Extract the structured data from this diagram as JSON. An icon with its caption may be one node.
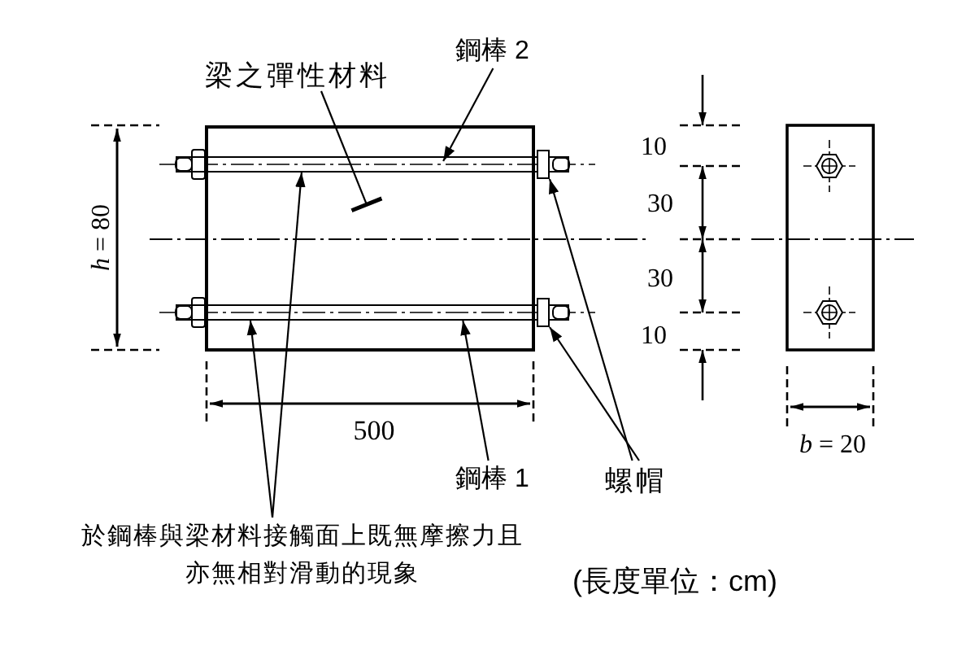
{
  "diagram": {
    "nodes": [
      {
        "text": [
          "梁之彈性材料"
        ]
      },
      {
        "text": [
          "鋼棒 2"
        ]
      },
      {
        "text": [
          "鋼棒 1"
        ]
      },
      {
        "text": [
          "螺帽"
        ]
      },
      {
        "text": [
          "於鋼棒與梁材料接觸面上既無摩擦力且亦無相對滑動的現象"
        ]
      },
      {
        "text": [],
        "shape": "box"
      },
      {
        "text": [],
        "shape": "bar"
      },
      {
        "text": [],
        "shape": "bar"
      },
      {
        "text": [],
        "shape": "box"
      },
      {
        "text": [],
        "shape": "box"
      }
    ],
    "edges": [
      {
        "from": 0,
        "to": 5,
        "arrow": "other"
      },
      {
        "from": 1,
        "to": 6,
        "arrow": "to"
      },
      {
        "from": 2,
        "to": 7,
        "arrow": "to"
      },
      {
        "from": 3,
        "to": 8,
        "arrow": "to"
      },
      {
        "from": 3,
        "to": 9,
        "arrow": "to"
      },
      {
        "from": 4,
        "to": 6,
        "arrow": "to"
      },
      {
        "from": 4,
        "to": 7,
        "arrow": "to"
      }
    ],
    "labels": [
      "*h* = 80",
      "500",
      "10",
      "30",
      "30",
      "10",
      "*b* = 20",
      "(長度單位：cm)"
    ]
  }
}
